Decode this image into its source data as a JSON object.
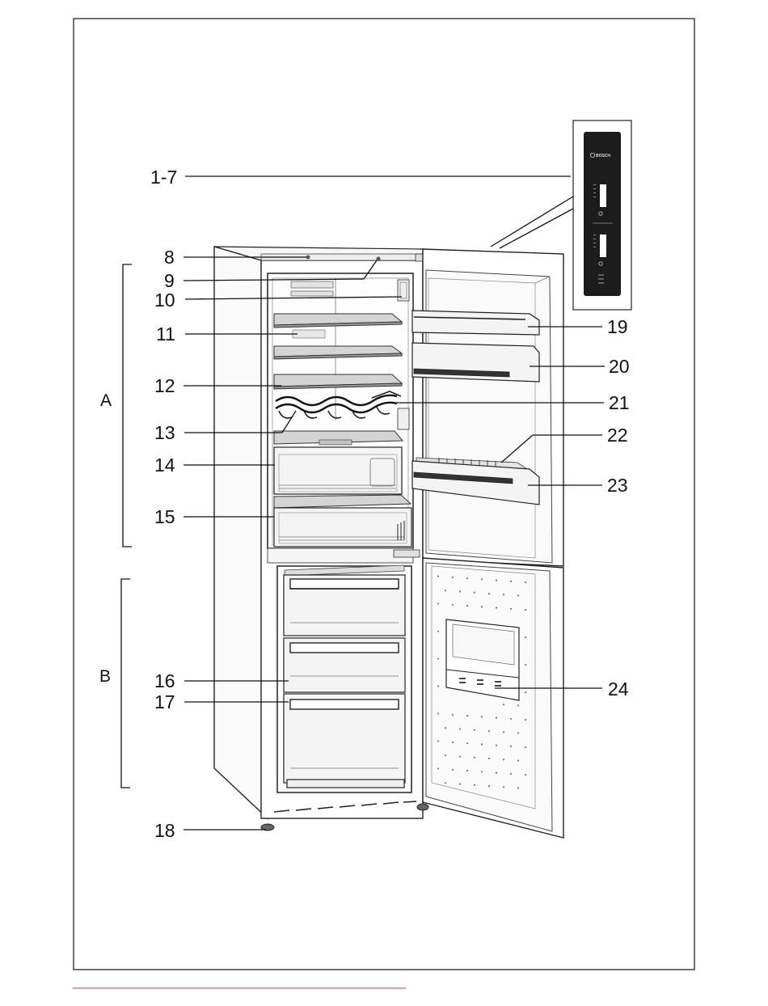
{
  "callouts": {
    "c1": "1-7",
    "c8": "8",
    "c9": "9",
    "c10": "10",
    "c11": "11",
    "c12": "12",
    "c13": "13",
    "c14": "14",
    "c15": "15",
    "c16": "16",
    "c17": "17",
    "c18": "18",
    "c19": "19",
    "c20": "20",
    "c21": "21",
    "c22": "22",
    "c23": "23",
    "c24": "24"
  },
  "sections": {
    "a": "A",
    "b": "B"
  },
  "panel": {
    "brand": "BOSCH",
    "logo_icon": "bosch-logo-icon"
  },
  "colors": {
    "panel_bg": "#1c1c1c",
    "line": "#111111",
    "footer_rule": "#e23b3b"
  }
}
